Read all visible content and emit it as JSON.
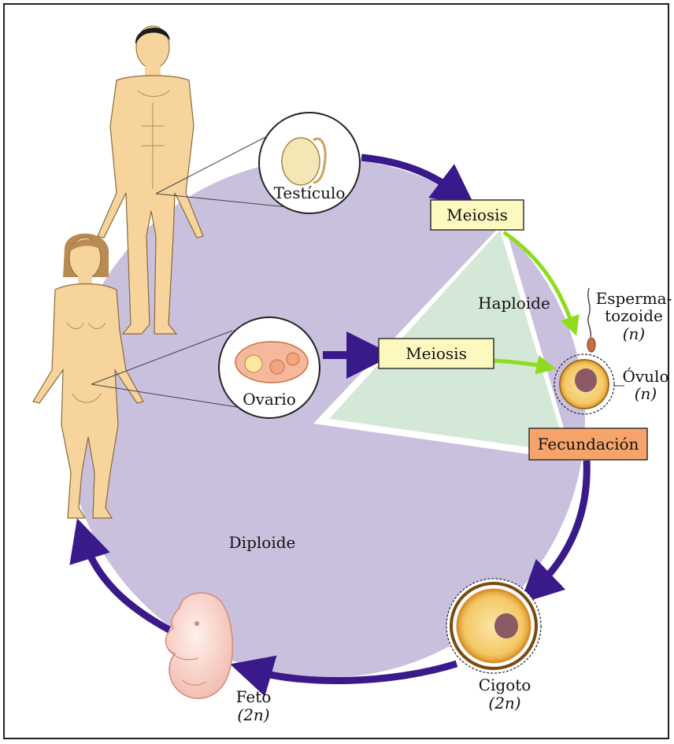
{
  "diagram": {
    "labels": {
      "testiculo": "Testículo",
      "ovario": "Ovario",
      "meiosis_male": "Meiosis",
      "meiosis_female": "Meiosis",
      "haploide": "Haploide",
      "diploide": "Diploide",
      "esperma_line1": "Esperma-",
      "esperma_line2": "tozoide",
      "esperma_ploidy": "(n)",
      "ovulo": "Óvulo",
      "ovulo_ploidy": "(n)",
      "fecundacion": "Fecundación",
      "cigoto": "Cigoto",
      "cigoto_ploidy": "(2n)",
      "feto": "Feto",
      "feto_ploidy": "(2n)"
    },
    "colors": {
      "diploid_region": "#c9c0dd",
      "haploid_region": "#d3e8d6",
      "cycle_arrow": "#3a1a8a",
      "meiosis_arrow_green": "#8fdc1e",
      "meiosis_box_fill": "#fdf8c0",
      "fecundacion_box_fill": "#f6a46a",
      "skin": "#f6d49c",
      "hair_male": "#1a1a1a",
      "hair_female": "#b98a52"
    }
  }
}
